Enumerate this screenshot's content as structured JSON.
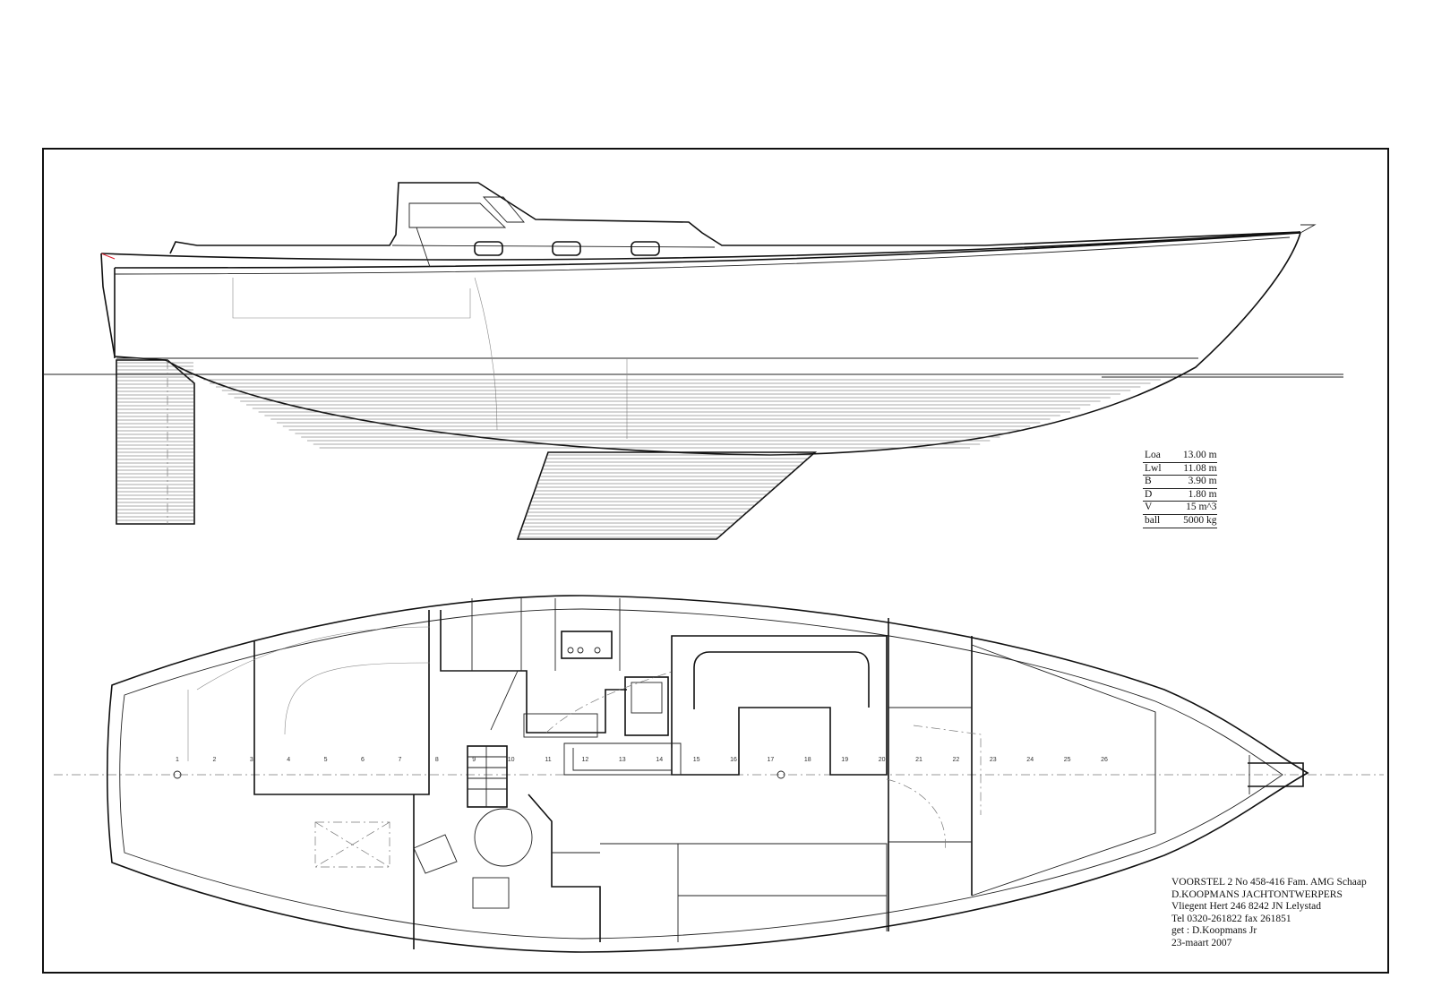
{
  "specs": {
    "rows": [
      {
        "label": "Loa",
        "value": "13.00 m"
      },
      {
        "label": "Lwl",
        "value": "11.08 m"
      },
      {
        "label": "B",
        "value": "3.90 m"
      },
      {
        "label": "D",
        "value": "1.80 m"
      },
      {
        "label": "V",
        "value": "15 m^3"
      },
      {
        "label": "ball",
        "value": "5000 kg"
      }
    ]
  },
  "title_block": {
    "line1": "VOORSTEL 2  No 458-416 Fam. AMG Schaap",
    "line2": "D.KOOPMANS JACHTONTWERPERS",
    "line3": "Vliegent Hert 246 8242 JN Lelystad",
    "line4": "Tel 0320-261822 fax 261851",
    "line5": "get : D.Koopmans Jr",
    "line6": "23-maart 2007"
  },
  "stations": [
    "1",
    "2",
    "3",
    "4",
    "5",
    "6",
    "7",
    "8",
    "9",
    "10",
    "11",
    "12",
    "13",
    "14",
    "15",
    "16",
    "17",
    "18",
    "19",
    "20",
    "21",
    "22",
    "23",
    "24",
    "25",
    "26"
  ]
}
